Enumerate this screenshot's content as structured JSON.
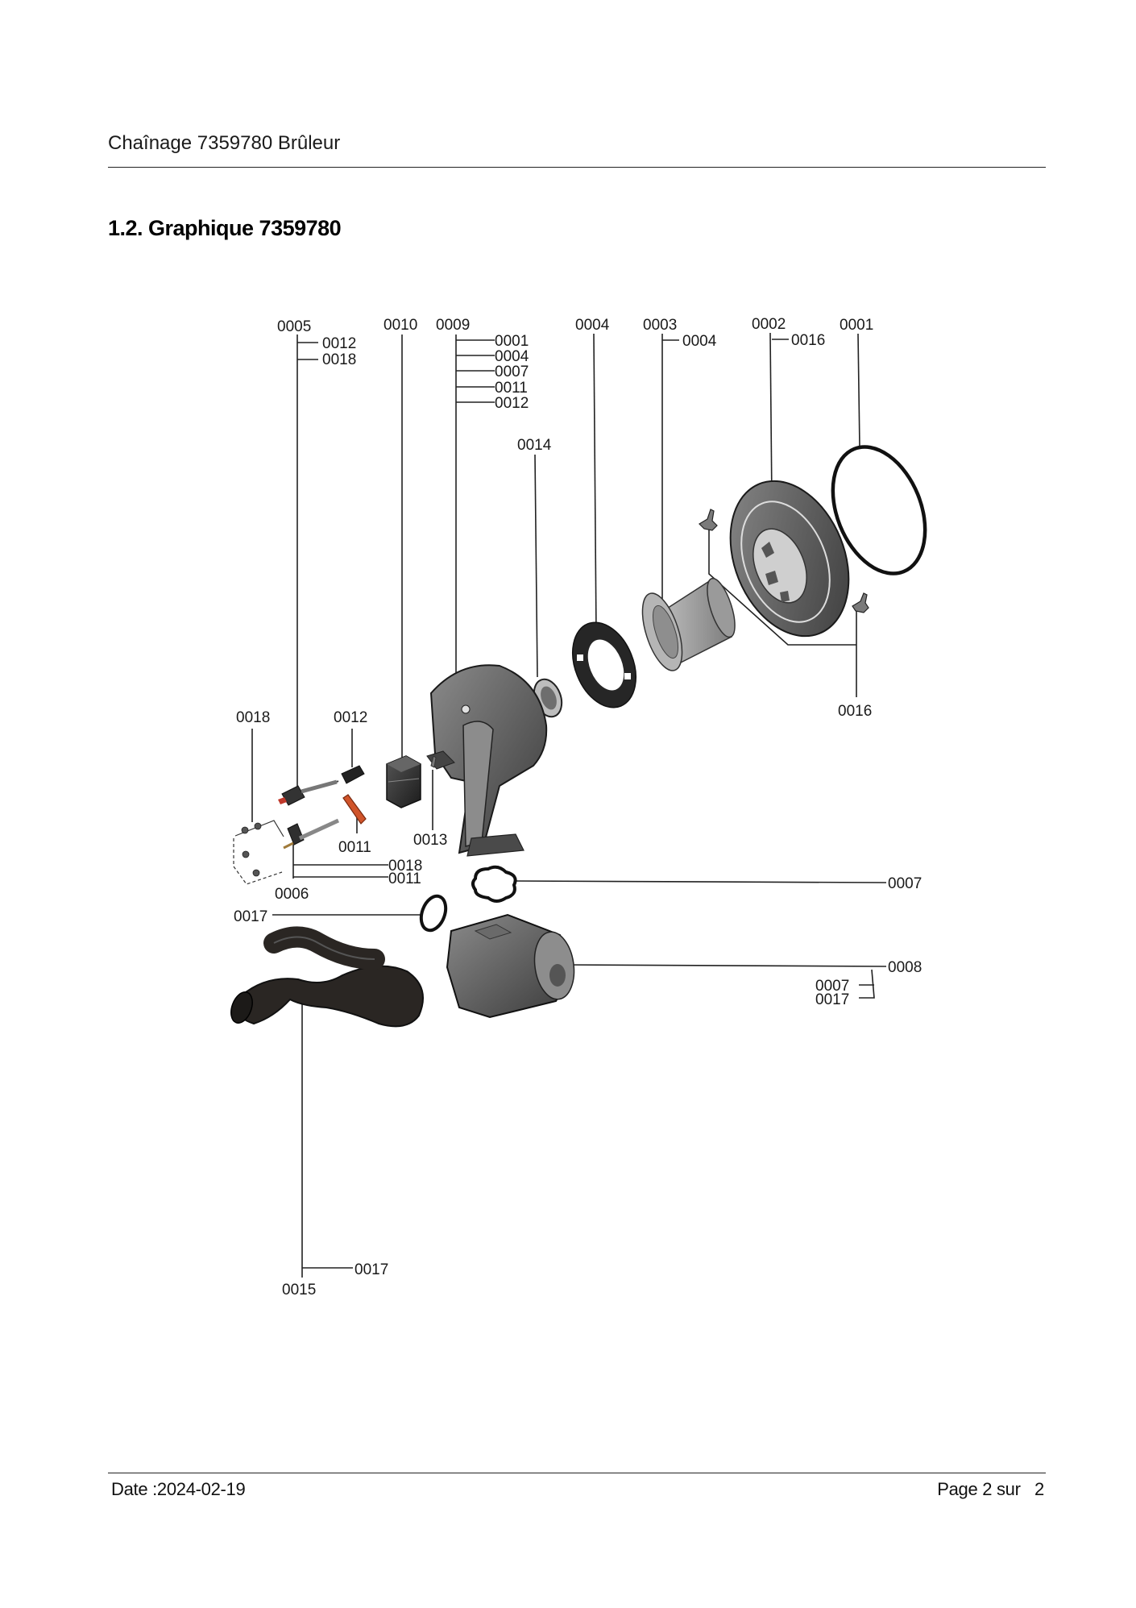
{
  "header": {
    "document_title": "Chaînage 7359780 Brûleur"
  },
  "section": {
    "title": "1.2. Graphique 7359780"
  },
  "diagram": {
    "callouts": {
      "p0005": "0005",
      "p0005_sub1": "0012",
      "p0005_sub2": "0018",
      "p0010": "0010",
      "p0009": "0009",
      "p0009_sub1": "0001",
      "p0009_sub2": "0004",
      "p0009_sub3": "0007",
      "p0009_sub4": "0011",
      "p0009_sub5": "0012",
      "p0004": "0004",
      "p0003": "0003",
      "p0003_sub1": "0004",
      "p0002": "0002",
      "p0002_sub1": "0016",
      "p0001": "0001",
      "p0014": "0014",
      "p0016": "0016",
      "p0018": "0018",
      "p0012": "0012",
      "p0011": "0011",
      "p0013": "0013",
      "p0006": "0006",
      "p0006_sub1": "0018",
      "p0006_sub2": "0011",
      "p0007": "0007",
      "p0017": "0017",
      "p0008": "0008",
      "p0008_sub1": "0007",
      "p0008_sub2": "0017",
      "p0015": "0015",
      "p0015_sub1": "0017"
    },
    "colors": {
      "part_dark": "#2b2b2b",
      "part_mid": "#5a5a5a",
      "part_light": "#9a9a9a",
      "accent_red": "#c0392b",
      "accent_orange": "#d0542a"
    }
  },
  "footer": {
    "date": "Date :2024-02-19",
    "page": "Page 2 sur   2"
  }
}
